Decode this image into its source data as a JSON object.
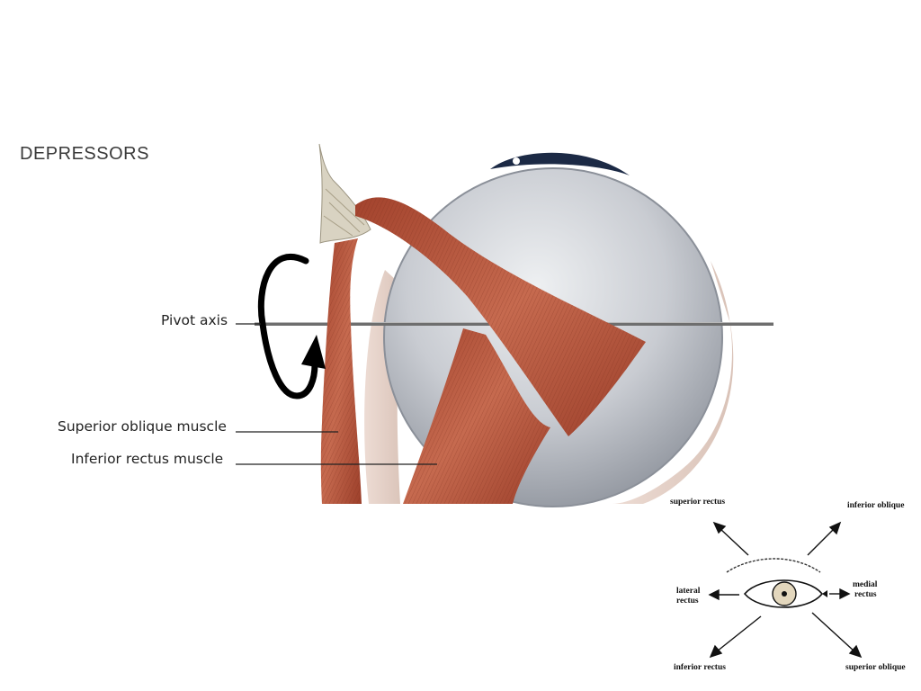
{
  "heading": "DEPRESSORS",
  "labels": {
    "pivot_axis": "Pivot axis",
    "superior_oblique": "Superior oblique muscle",
    "inferior_rectus": "Inferior rectus muscle"
  },
  "inset": {
    "superior_rectus": "superior rectus",
    "inferior_oblique": "inferior oblique",
    "lateral_rectus": [
      "lateral",
      "rectus"
    ],
    "medial_rectus": [
      "medial",
      "rectus"
    ],
    "inferior_rectus": "inferior rectus",
    "superior_oblique": "superior oblique"
  },
  "colors": {
    "muscle": "#b4523a",
    "muscle_dark": "#8a3a26",
    "globe": "#c9ccd2",
    "tendon": "#d9d3c2",
    "axis": "#7a7a7a",
    "cornea": "#1c2a45"
  }
}
